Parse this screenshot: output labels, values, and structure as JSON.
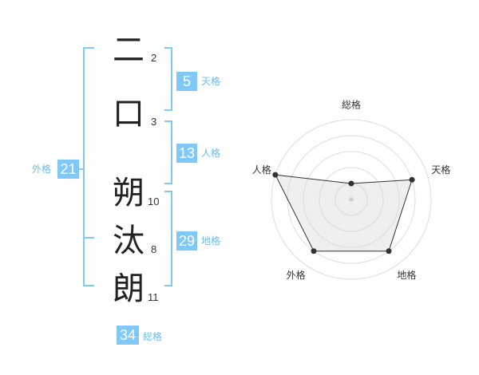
{
  "name_chars": [
    {
      "char": "二",
      "strokes": "2"
    },
    {
      "char": "口",
      "strokes": "3"
    },
    {
      "char": "朔",
      "strokes": "10"
    },
    {
      "char": "汰",
      "strokes": "8"
    },
    {
      "char": "朗",
      "strokes": "11"
    }
  ],
  "fortunes": {
    "tenkaku": {
      "value": "5",
      "label": "天格"
    },
    "jinkaku": {
      "value": "13",
      "label": "人格"
    },
    "chikaku": {
      "value": "29",
      "label": "地格"
    },
    "gaikaku": {
      "value": "21",
      "label": "外格"
    },
    "soukaku": {
      "value": "34",
      "label": "総格"
    }
  },
  "colors": {
    "accent": "#7fc8f8",
    "label": "#6bbcec"
  },
  "chart_data": {
    "type": "radar",
    "axes": [
      "総格",
      "天格",
      "地格",
      "外格",
      "人格"
    ],
    "values": [
      1,
      4,
      4,
      4,
      5
    ],
    "max": 5,
    "rings": 4
  }
}
